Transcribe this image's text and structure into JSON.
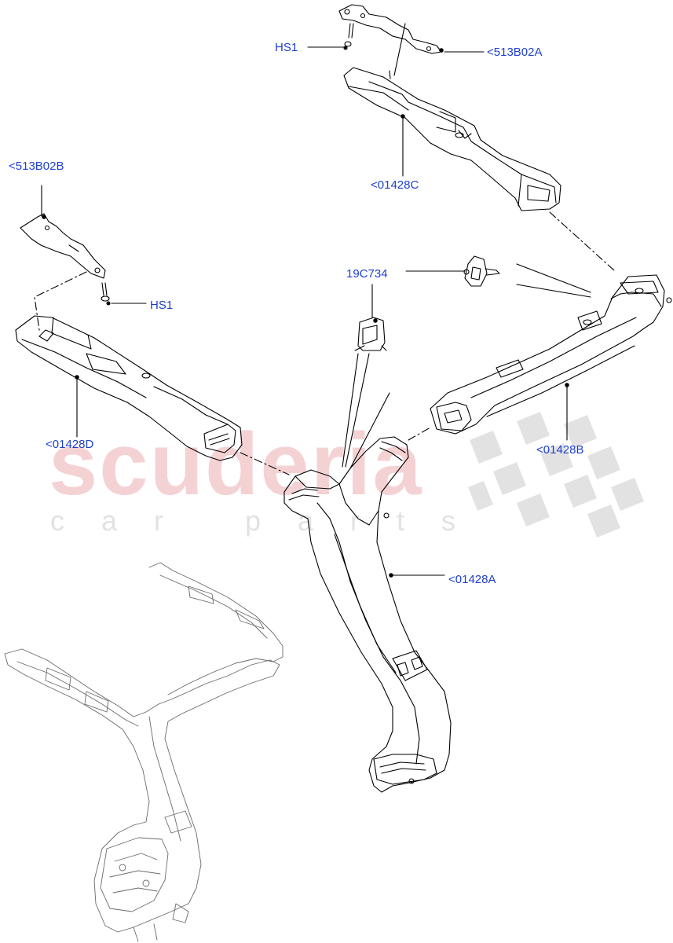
{
  "watermark": {
    "brand": "scuderia",
    "tagline": "car parts"
  },
  "callouts": [
    {
      "id": "hs1-top",
      "text": "HS1"
    },
    {
      "id": "513b02a",
      "text": "<513B02A"
    },
    {
      "id": "01428c",
      "text": "<01428C"
    },
    {
      "id": "513b02b",
      "text": "<513B02B"
    },
    {
      "id": "hs1-left",
      "text": "HS1"
    },
    {
      "id": "19c734",
      "text": "19C734"
    },
    {
      "id": "01428d",
      "text": "<01428D"
    },
    {
      "id": "01428b",
      "text": "<01428B"
    },
    {
      "id": "01428a",
      "text": "<01428A"
    }
  ],
  "colors": {
    "label": "#1f3fcf",
    "watermark_red": "#f1c3c6",
    "watermark_grey": "#e2e2e2",
    "line": "#000000"
  }
}
